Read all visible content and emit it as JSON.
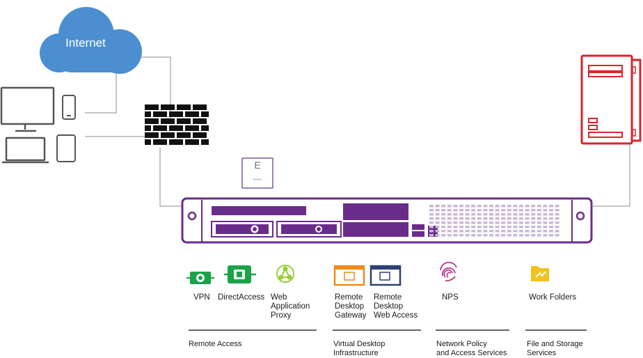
{
  "internet_label": "Internet",
  "appliance_badge": {
    "letter": "E",
    "sub": "series"
  },
  "features": [
    {
      "label": "VPN"
    },
    {
      "label": "DirectAccess"
    },
    {
      "label": "Web\nApplication\nProxy"
    },
    {
      "label": "Remote\nDesktop\nGateway"
    },
    {
      "label": "Remote\nDesktop\nWeb Access"
    },
    {
      "label": "NPS"
    },
    {
      "label": "Work Folders"
    }
  ],
  "categories": [
    {
      "label": "Remote Access"
    },
    {
      "label": "Virtual Desktop\nInfrastructure"
    },
    {
      "label": "Network Policy\nand Access Services"
    },
    {
      "label": "File and Storage\nServices"
    }
  ],
  "colors": {
    "cloud": "#4b8fd0",
    "appliance": "#6a2c8a",
    "server": "#d8262c",
    "firewall": "#111111",
    "connector": "#b3b3b3",
    "green": "#1aa34a",
    "orange": "#f08a1c",
    "navy": "#2e3f73",
    "pink": "#b43a8c",
    "yellow": "#f4c21f"
  }
}
